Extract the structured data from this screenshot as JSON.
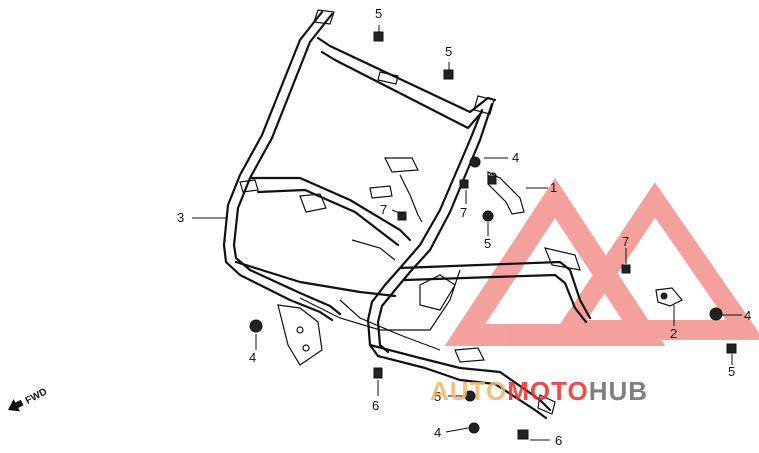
{
  "callouts": {
    "frame_guard": "3",
    "bracket_right": "1",
    "bracket_lower": "2",
    "bolt_top_1": "5",
    "bolt_top_2": "5",
    "nut_center": "4",
    "collar_center": "7",
    "collar_mid": "7",
    "bolt_center": "5",
    "collar_right": "7",
    "nut_right": "4",
    "bolt_right": "5",
    "nut_left": "4",
    "screw_bottom_left": "6",
    "bolt_bottom": "5",
    "nut_bottom": "4",
    "screw_bottom_right": "6"
  },
  "direction": {
    "fwd_label": "FWD"
  },
  "watermark": {
    "word_part1": "AUTO",
    "word_part2": "MOTO",
    "word_part3": "HUB",
    "color_red": "#e8302a",
    "color_gray": "#6b6b6b"
  }
}
